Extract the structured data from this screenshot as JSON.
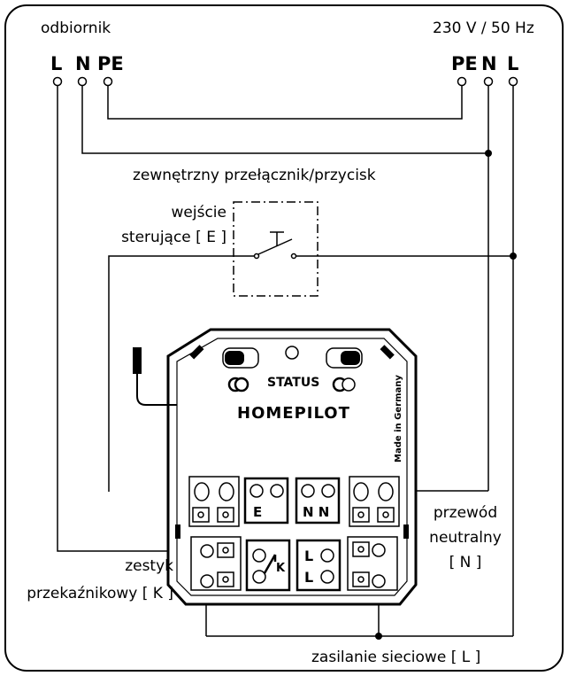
{
  "receiver_label": "odbiornik",
  "supply_label": "230 V / 50 Hz",
  "terminals": {
    "left": [
      "L",
      "N",
      "PE"
    ],
    "right": [
      "PE",
      "N",
      "L"
    ]
  },
  "switch_title": "zewnętrzny przełącznik/przycisk",
  "control_input_line1": "wejście",
  "control_input_line2": "sterujące [ E ]",
  "device": {
    "status": "STATUS",
    "brand": "HOMEPILOT",
    "made_in": "Made in Germany",
    "terminal_e": "E",
    "terminal_nn": "N  N",
    "terminal_k": "K",
    "terminal_l1": "L",
    "terminal_l2": "L"
  },
  "neutral_line1": "przewód",
  "neutral_line2": "neutralny",
  "neutral_line3": "[ N ]",
  "relay_line1": "zestyk",
  "relay_line2": "przekaźnikowy [ K ]",
  "mains_label": "zasilanie sieciowe [ L ]"
}
